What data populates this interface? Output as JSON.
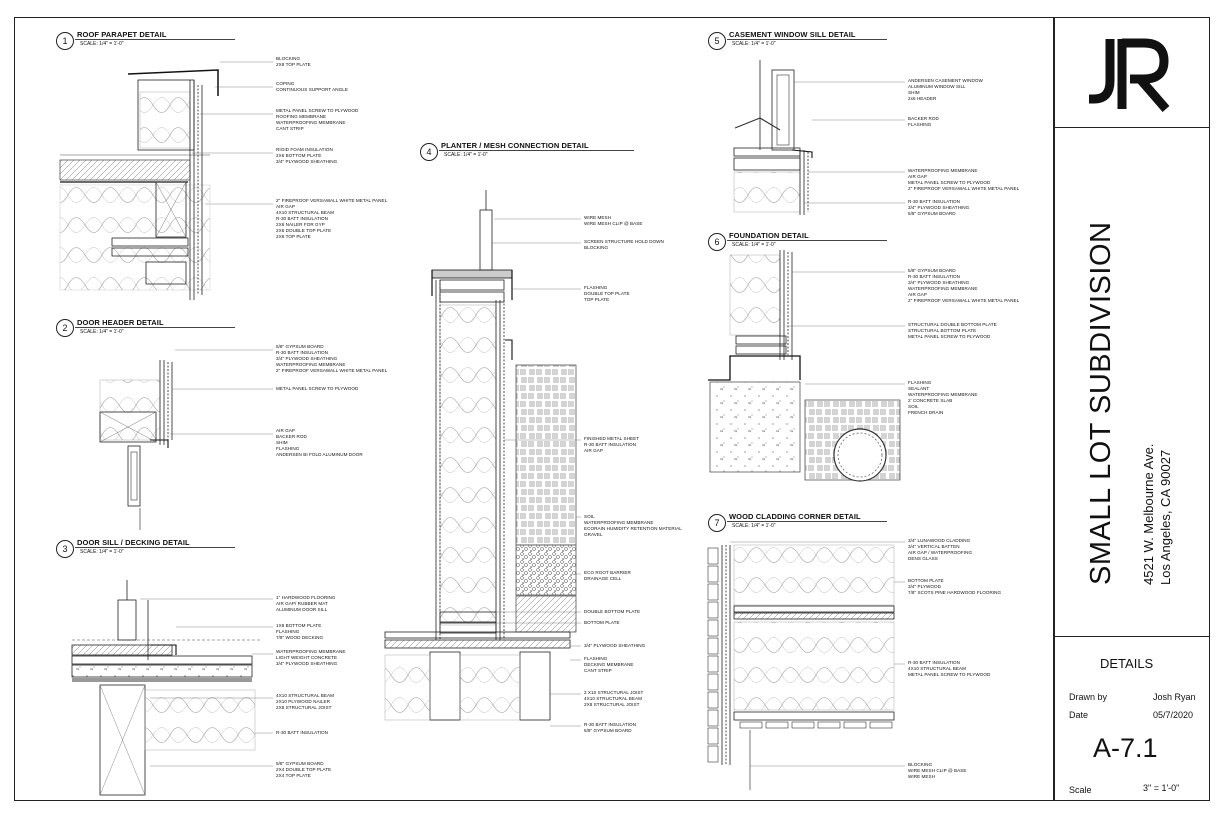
{
  "sheet": {
    "project_name": "SMALL LOT SUBDIVISION",
    "address_line1": "4521 W. Melbourne Ave.",
    "address_line2": "Los Angeles, CA 90027",
    "section_title": "DETAILS",
    "drawn_by_label": "Drawn by",
    "drawn_by": "Josh Ryan",
    "date_label": "Date",
    "date": "05/7/2020",
    "sheet_number": "A-7.1",
    "scale_label": "Scale",
    "scale": "3\" = 1'-0\"",
    "logo_letters": "JR"
  },
  "details": [
    {
      "number": "1",
      "title": "ROOF PARAPET DETAIL",
      "scale": "SCALE:  1/4\" = 1'-0\"",
      "groups": [
        [
          "BLOCKING",
          "2X8 TOP PLATE"
        ],
        [
          "COPING",
          "CONTINUOUS SUPPORT ANGLE"
        ],
        [
          "METAL PANEL SCREW TO PLYWOOD",
          "ROOFING MEMBRANE",
          "WATERPROOFING MEMBRANE",
          "CANT STRIP"
        ],
        [
          "RIGID FOAM INSULATION",
          "2X6 BOTTOM PLATE",
          "3/4\" PLYWOOD SHEATHING"
        ],
        [
          "2\" FIREPROOF VERSAWALL WHITE METAL PANEL",
          "AIR GAP",
          "4X10 STRUCTURAL BEAM",
          "R-30 BATT INSULATION",
          "2X6 NAILER FOR GYP",
          "2X6 DOUBLE TOP PLATE",
          "2X6 TOP PLATE"
        ]
      ]
    },
    {
      "number": "2",
      "title": "DOOR HEADER DETAIL",
      "scale": "SCALE:  1/4\" = 1'-0\"",
      "groups": [
        [
          "5/8\" GYPSUM BOARD",
          "R-30 BATT INSULATION",
          "3/4\" PLYWOOD SHEATHING",
          "WATERPROOFING MEMBRANE",
          "2\" FIREPROOF VERSAWALL WHITE METAL PANEL"
        ],
        [
          "METAL PANEL SCREW TO PLYWOOD"
        ],
        [
          "AIR GAP",
          "BACKER ROD",
          "SHIM",
          "FLASHING",
          "ANDERSEN BI FOLD ALUMINUM DOOR"
        ]
      ]
    },
    {
      "number": "3",
      "title": "DOOR SILL / DECKING DETAIL",
      "scale": "SCALE:  1/4\" = 1'-0\"",
      "groups": [
        [
          "1\" HARDWOOD FLOORING",
          "AIR GAP/ RUBBER MAT",
          "ALUMINUM DOOR SILL"
        ],
        [
          "1X8 BOTTOM PLATE",
          "FLASHING",
          "7/8\" WOOD DECKING"
        ],
        [
          "WATERPROOFING MEMBRANE",
          "LIGHT WEIGHT CONCRETE",
          "3/4\" PLYWOOD SHEATHING"
        ],
        [
          "4X10 STRUCTURAL BEAM",
          "2X10 PLYWOOD NAILER",
          "2X8 STRUCTURAL JOIST"
        ],
        [
          "R-30 BATT INSULATION"
        ],
        [
          "5/8\" GYPSUM BOARD",
          "2X4 DOUBLE TOP PLATE",
          "2X4 TOP PLATE"
        ]
      ]
    },
    {
      "number": "4",
      "title": "PLANTER / MESH CONNECTION DETAIL",
      "scale": "SCALE:  1/4\" = 1'-0\"",
      "groups": [
        [
          "WIRE MESH",
          "WIRE MESH CLIP @ BASE"
        ],
        [
          "SCREEN STRUCTURE HOLD DOWN",
          "BLOCKING"
        ],
        [
          "FLASHING",
          "DOUBLE TOP PLATE",
          "TOP PLATE"
        ],
        [
          "FINISHED METAL SHEET",
          "R-30 BATT INSULATION",
          "AIR GAP"
        ],
        [
          "SOIL",
          "WATERPROOFING MEMBRANE",
          "ECORAIN HUMIDITY RETENTION MATERIAL",
          "GRAVEL"
        ],
        [
          "ECO ROOT BARRIER",
          "DRAINAGE CELL"
        ],
        [
          "DOUBLE BOTTOM PLATE"
        ],
        [
          "BOTTOM PLATE"
        ],
        [
          "3/4\" PLYWOOD SHEATHING"
        ],
        [
          "FLASHING",
          "DECKING MEMBRANE",
          "CANT STRIP"
        ],
        [
          "2 X10 STRUCTURAL JOIST",
          "4X10 STRUCTURAL BEAM",
          "2X8 STRUCTURAL JOIST"
        ],
        [
          "R-30 BATT INSULATION",
          "5/8\" GYPSUM BOARD"
        ]
      ]
    },
    {
      "number": "5",
      "title": "CASEMENT WINDOW SILL DETAIL",
      "scale": "SCALE:  1/4\" = 1'-0\"",
      "groups": [
        [
          "ANDERSEN CASEMENT WINDOW",
          "ALUMINUM WINDOW SILL",
          "SHIM",
          "2x6 HEADER"
        ],
        [
          "BACKER ROD",
          "FLASHING"
        ],
        [
          "WATERPROOFING MEMBRANE",
          "AIR GAP",
          "METAL PANEL SCREW TO PLYWOOD",
          "2\" FIREPROOF VERSAWALL WHITE METAL PANEL"
        ],
        [
          "R-30 BATT INSULATION",
          "3/4\" PLYWOOD SHEATHING",
          "5/8\" GYPSUM BOARD"
        ]
      ]
    },
    {
      "number": "6",
      "title": "FOUNDATION DETAIL",
      "scale": "SCALE:  1/4\" = 1'-0\"",
      "groups": [
        [
          "5/8\" GYPSUM BOARD",
          "R-30 BATT INSULATION",
          "3/4\" PLYWOOD SHEATHING",
          "WATERPROOFING MEMBRANE",
          "AIR GAP",
          "2\" FIREPROOF VERSAWALL WHITE METAL PANEL"
        ],
        [
          "STRUCTURAL DOUBLE BOTTOM PLATE",
          "STRUCTURAL BOTTOM PLATE",
          "METAL PANEL SCREW TO PLYWOOD"
        ],
        [
          "FLASHING",
          "SEALANT",
          "WATERPROOFING MEMBRANE",
          "2' CONCRETE SLAB",
          "SOIL",
          "FRENCH DRAIN"
        ]
      ]
    },
    {
      "number": "7",
      "title": "WOOD CLADDING CORNER DETAIL",
      "scale": "SCALE:  1/4\" = 1'-0\"",
      "groups": [
        [
          "3/4\" LUNAWOOD CLADDING",
          "3/4\" VERTICAL BATTEN",
          "AIR GAP / WATERPROOFING",
          "DENS GLASS"
        ],
        [
          "BOTTOM PLATE",
          "3/4\" PLYWOOD",
          "7/8\" SCOTS PINE HARDWOOD FLOORING"
        ],
        [
          "R-30 BATT INSULATION",
          "4X10 STRUCTURAL BEAM",
          "METAL PANEL SCREW TO PLYWOOD"
        ],
        [
          "BLOCKING",
          "WIRE MESH  CLIP @ BASE",
          "WIRE MESH"
        ]
      ]
    }
  ]
}
